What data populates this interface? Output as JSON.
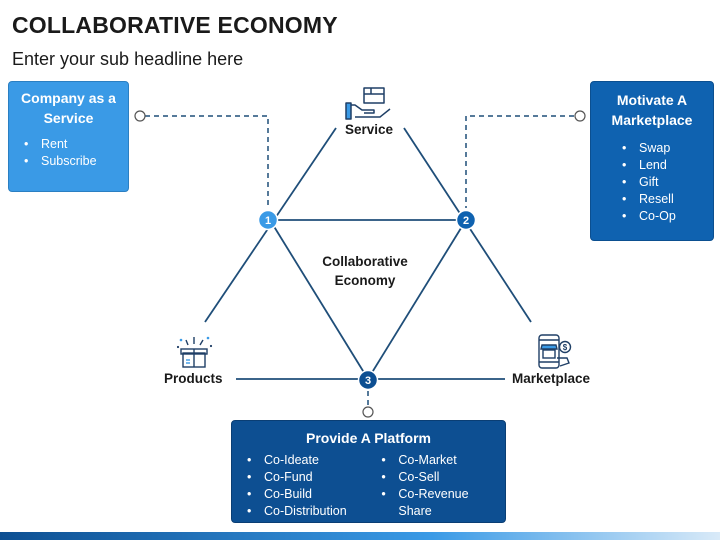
{
  "header": {
    "title": "COLLABORATIVE ECONOMY",
    "subtitle": "Enter your sub headline here"
  },
  "center": {
    "line1": "Collaborative",
    "line2": "Economy"
  },
  "nodes": {
    "service": "Service",
    "products": "Products",
    "marketplace": "Marketplace",
    "markers": [
      "1",
      "2",
      "3"
    ]
  },
  "boxes": {
    "company": {
      "title_line1": "Company as a",
      "title_line2": "Service",
      "items": [
        "Rent",
        "Subscribe"
      ]
    },
    "motivate": {
      "title_line1": "Motivate A",
      "title_line2": "Marketplace",
      "items": [
        "Swap",
        "Lend",
        "Gift",
        "Resell",
        "Co-Op"
      ]
    },
    "platform": {
      "title": "Provide A Platform",
      "col1": [
        "Co-Ideate",
        "Co-Fund",
        "Co-Build",
        "Co-Distribution"
      ],
      "col2": [
        "Co-Market",
        "Co-Sell",
        "Co-Revenue",
        "Share"
      ]
    }
  },
  "colors": {
    "light_blue": "#3a9ae6",
    "mid_blue": "#0f62b0",
    "dark_blue": "#0d4f92",
    "line": "#1f4e79"
  },
  "icons": [
    "service-hand-box-icon",
    "products-gift-icon",
    "marketplace-phone-shop-icon"
  ]
}
